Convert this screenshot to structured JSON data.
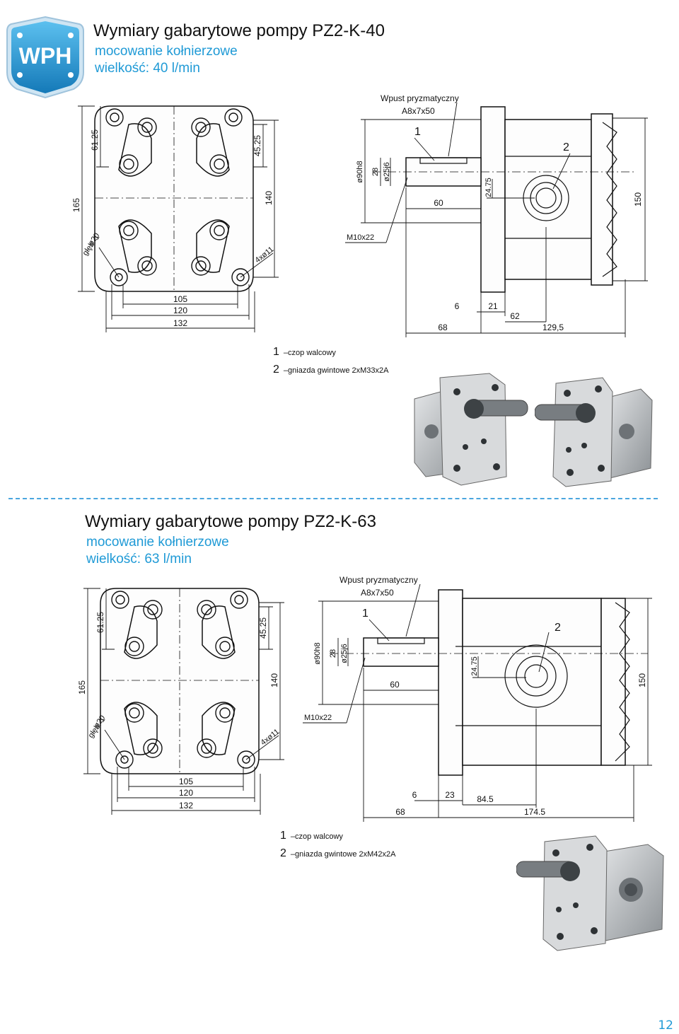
{
  "logo": {
    "text": "WPH",
    "colors": {
      "fill": "#1f9ad6",
      "rim": "#cfe5f3",
      "text": "#ffffff"
    }
  },
  "sections": [
    {
      "title": "Wymiary gabarytowe pompy PZ2-K-40",
      "subtitle1": "mocowanie kołnierzowe",
      "subtitle2": "wielkość: 40 l/min",
      "front": {
        "dim_61_25": "61.25",
        "dim_45_25": "45.25",
        "dim_140": "140",
        "dim_165": "165",
        "dim_105": "105",
        "dim_120": "120",
        "dim_132": "132",
        "dim_d20": "ø20",
        "dim_depth": "głęb. 1",
        "dim_4x": "4xø11"
      },
      "side": {
        "key_label": "Wpust pryzmatyczny",
        "key_size": "A8x7x50",
        "callout_1": "1",
        "callout_2": "2",
        "d90": "ø90h8",
        "d28": "28",
        "d25": "ø25j6",
        "d24": "24.75",
        "d60": "60",
        "d150": "150",
        "m10": "M10x22",
        "d6": "6",
        "d21": "21",
        "d62": "62",
        "d68": "68",
        "d129": "129,5"
      },
      "legend": [
        {
          "num": "1",
          "text": "–czop walcowy"
        },
        {
          "num": "2",
          "text": "–gniazda gwintowe 2xM33x2A"
        }
      ]
    },
    {
      "title": "Wymiary gabarytowe pompy PZ2-K-63",
      "subtitle1": "mocowanie kołnierzowe",
      "subtitle2": "wielkość: 63 l/min",
      "front": {
        "dim_61_25": "61.25",
        "dim_45_25": "45.25",
        "dim_140": "140",
        "dim_165": "165",
        "dim_105": "105",
        "dim_120": "120",
        "dim_132": "132",
        "dim_d20": "ø20",
        "dim_depth": "głęb. 1",
        "dim_4x": "4xø11"
      },
      "side": {
        "key_label": "Wpust pryzmatyczny",
        "key_size": "A8x7x50",
        "callout_1": "1",
        "callout_2": "2",
        "d90": "ø90h8",
        "d28": "28",
        "d25": "ø25j6",
        "d24": "24.75",
        "d60": "60",
        "d150": "150",
        "m10": "M10x22",
        "d6": "6",
        "d23": "23",
        "d84": "84.5",
        "d68": "68",
        "d174": "174.5"
      },
      "legend": [
        {
          "num": "1",
          "text": "–czop walcowy"
        },
        {
          "num": "2",
          "text": "–gniazda gwintowe 2xM42x2A"
        }
      ]
    }
  ],
  "page_number": "12",
  "colors": {
    "accent": "#1f9ad6",
    "divider": "#4aa6df",
    "metal": "#b9bcc0",
    "metal_dark": "#5f6468"
  }
}
